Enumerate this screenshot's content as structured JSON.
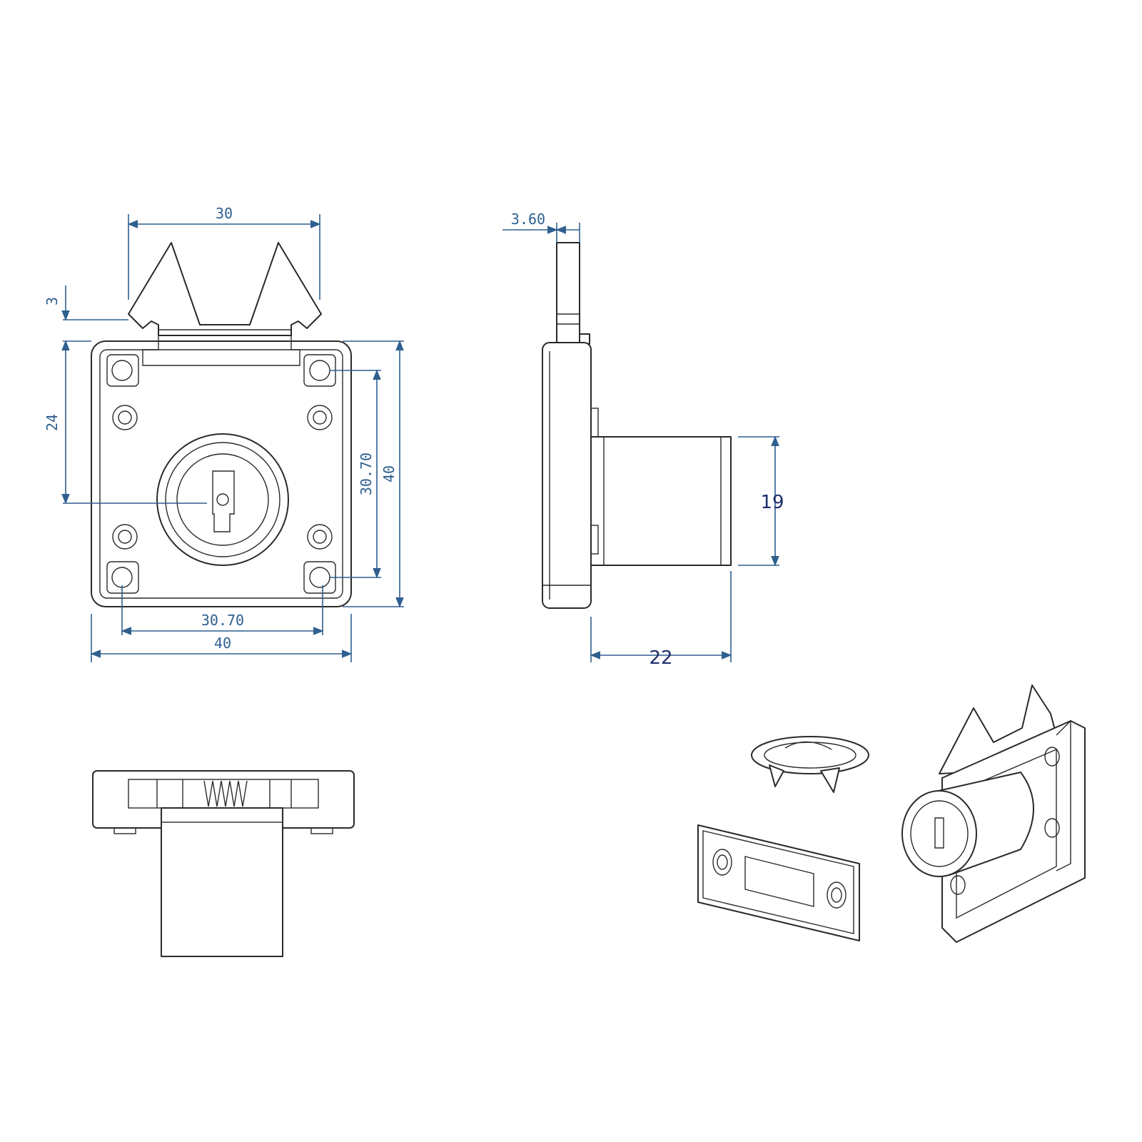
{
  "dimensions": {
    "front_top_width": "30",
    "front_tab_height": "3",
    "front_vertical_24": "24",
    "front_hole_pitch_vertical": "30.70",
    "front_overall_height": "40",
    "front_hole_pitch_horizontal": "30.70",
    "front_overall_width": "40",
    "side_bolt_thickness": "3.60",
    "side_cylinder_diameter": "19",
    "side_cylinder_length": "22"
  },
  "colors": {
    "dimension_line": "#2e5f8f",
    "bold_dimension_text": "#1f2f6e",
    "part_outline": "#2a2a2a"
  }
}
